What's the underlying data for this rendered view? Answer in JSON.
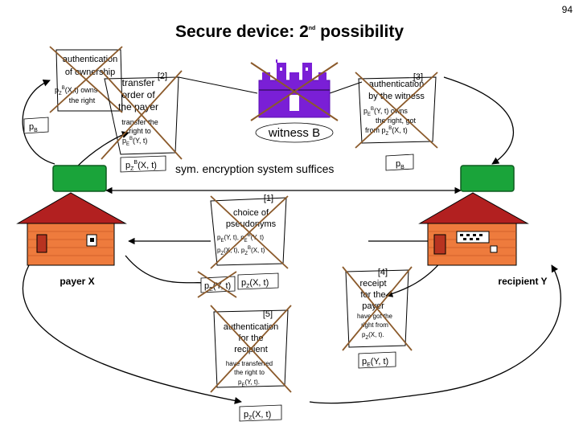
{
  "page": {
    "number": "94",
    "title": "Secure device: 2nd possibility",
    "title_pre": "Secure device: 2",
    "title_sup": "nd",
    "title_post": " possibility"
  },
  "colors": {
    "witness": "#7a1fd6",
    "house": "#ee7b3d",
    "roof": "#b22020",
    "device": "#1aa43a",
    "cross": "#8b5a2b",
    "door": "#b83320"
  },
  "labels": {
    "payer": "payer X",
    "recipient": "recipient Y",
    "witness": "witness B",
    "sym_enc": "sym. encryption system suffices",
    "pB_left": "p",
    "pB_left_sub": "B",
    "pB_right": "p",
    "pB_right_sub": "B"
  },
  "doc_auth_own": {
    "line1": "authentication",
    "line2": "of ownership",
    "line3": "p",
    "line3_sub": "Z",
    "line3_sup": "B",
    "line3_post": "(X,t) owns",
    "line4": "the right"
  },
  "doc_2": {
    "num": "[2]",
    "line1": "transfer",
    "line2": "order of",
    "line3": "the payer",
    "line4": "transfer the",
    "line5": "right to",
    "line6_pre": "p",
    "line6_sub": "E",
    "line6_sup": "B",
    "line6_post": "(Y, t)",
    "footer_pre": "p",
    "footer_sub": "Z",
    "footer_sup": "B",
    "footer_post": "(X, t)"
  },
  "doc_3": {
    "num": "[3]",
    "line1": "authentication",
    "line2": "by the witness",
    "line3_pre": "p",
    "line3_sub": "E",
    "line3_sup": "B",
    "line3_post": "(Y, t) owns",
    "line4": "the right, got",
    "line5_pre": "from p",
    "line5_sub": "Z",
    "line5_sup": "B",
    "line5_post": "(X, t)"
  },
  "doc_1": {
    "num": "[1]",
    "line1": "choice of",
    "line2": "pseudonyms",
    "line3": "p",
    "line3_sub1": "E",
    "line3_mid": "(Y, t), p",
    "line3_sub2": "E",
    "line3_sup2": "B",
    "line3_post": "(Y, t)",
    "line4": "p",
    "line4_sub1": "Z",
    "line4_mid": "(X, t), p",
    "line4_sub2": "Z",
    "line4_sup2": "B",
    "line4_post": "(X, t)"
  },
  "tokens": {
    "pE_pre": "p",
    "pE_sub": "E",
    "pE_post": "(Y, t)",
    "pZ_pre": "p",
    "pZ_sub": "Z",
    "pZ_post": "(X, t)"
  },
  "doc_5": {
    "num": "[5]",
    "line1": "authentication",
    "line2": "for the",
    "line3": "recipient",
    "line4": "have transferred",
    "line5": "the right to",
    "line6_pre": "p",
    "line6_sub": "E",
    "line6_post": "(Y, t).",
    "footer_pre": "p",
    "footer_sub": "Z",
    "footer_post": "(X, t)"
  },
  "doc_4": {
    "num": "[4]",
    "line1": "receipt",
    "line2": "for the",
    "line3": "payer",
    "line4": "have got the",
    "line5": "right from",
    "line6_pre": "p",
    "line6_sub": "Z",
    "line6_post": "(X, t).",
    "footer_pre": "p",
    "footer_sub": "E",
    "footer_post": "(Y, t)"
  }
}
